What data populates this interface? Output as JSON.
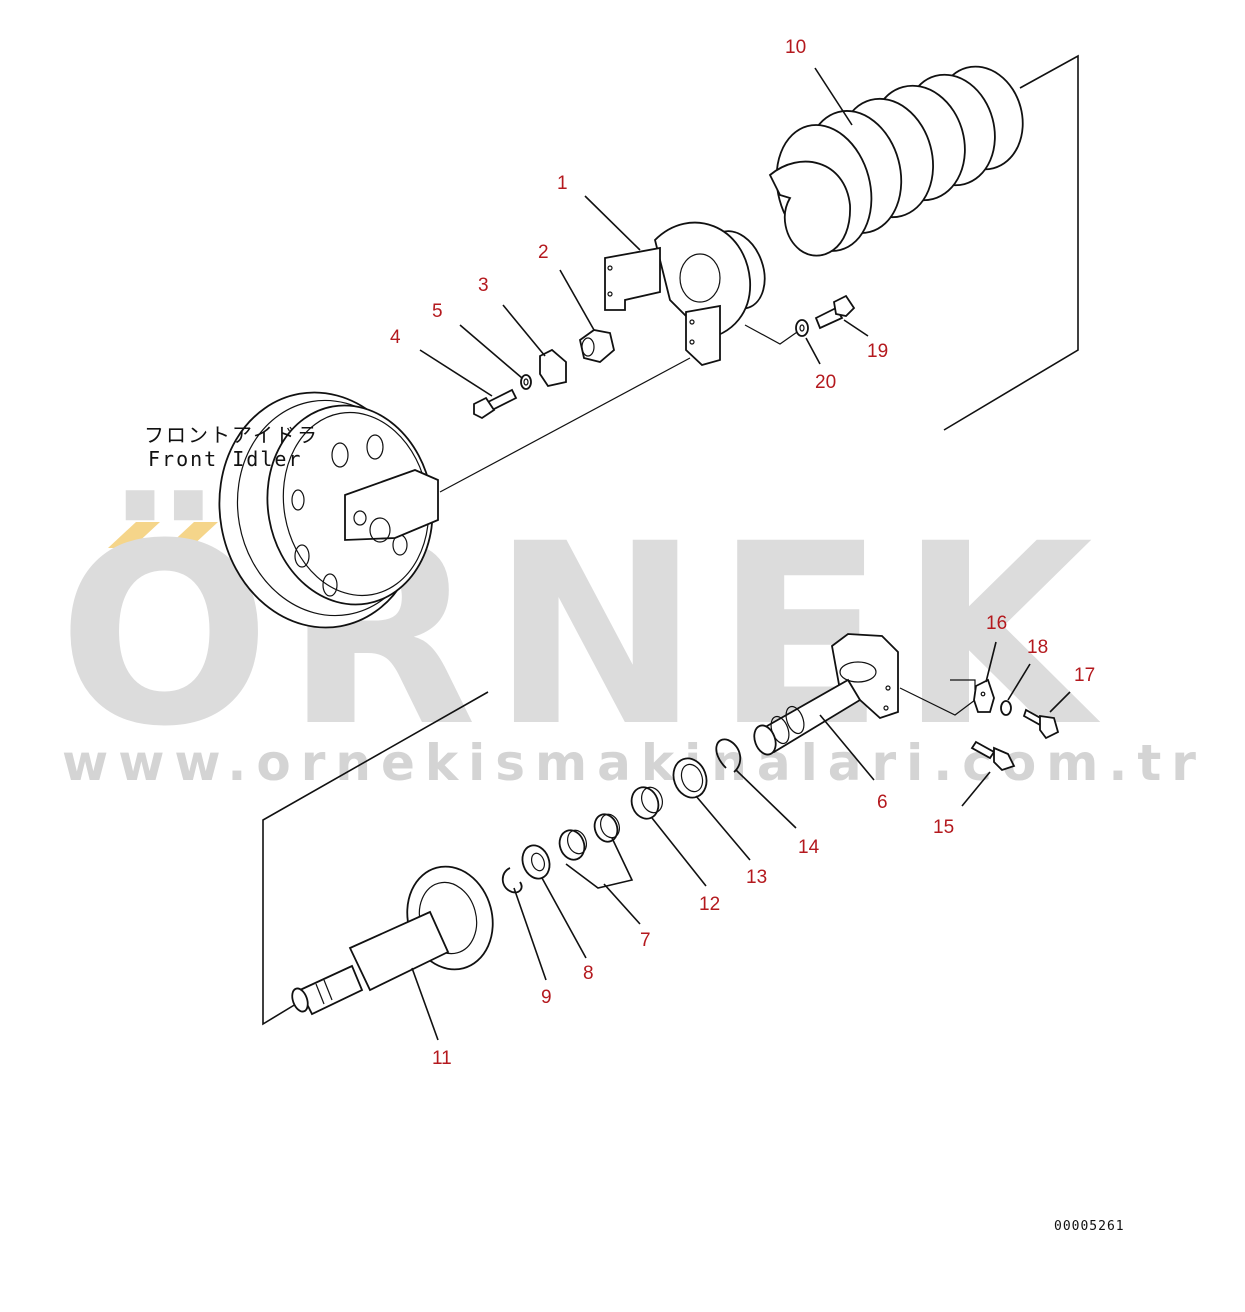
{
  "diagram": {
    "caption_jp": "フロントアイドラ",
    "caption_en": "Front Idler",
    "document_number": "00005261",
    "callouts": [
      "1",
      "2",
      "3",
      "4",
      "5",
      "6",
      "7",
      "8",
      "9",
      "10",
      "11",
      "12",
      "13",
      "14",
      "15",
      "16",
      "17",
      "18",
      "19",
      "20"
    ]
  },
  "watermark": {
    "brand": "ÖRNEK",
    "url": "www.ornekismakinalari.com.tr",
    "brand_color": "#dcdcdc",
    "accent_color": "#f5d58a"
  },
  "colors": {
    "callout": "#b4191e",
    "line": "#111111"
  }
}
